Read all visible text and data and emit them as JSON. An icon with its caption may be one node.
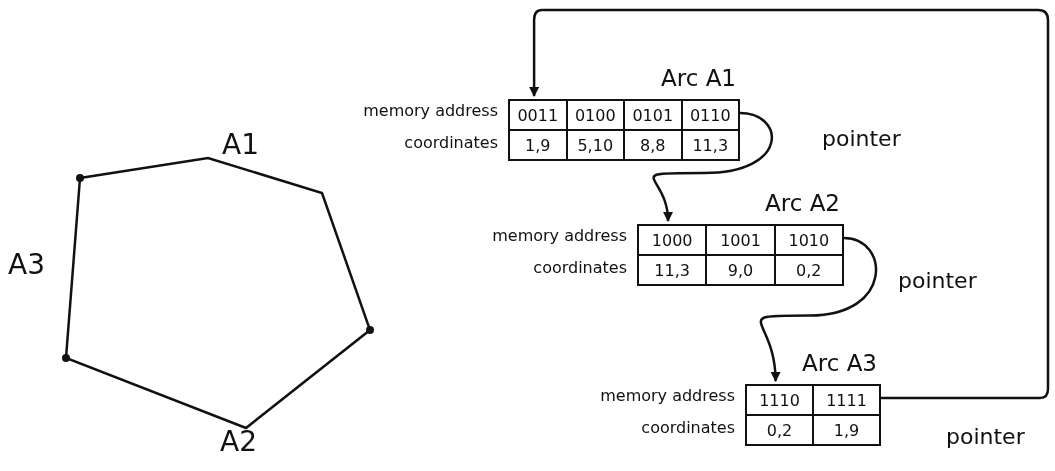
{
  "diagram": {
    "nodes": [
      {
        "text": [
          "Arc A1",
          "0011",
          "0100",
          "0101",
          "0110",
          "1,9",
          "5,10",
          "8,8",
          "11,3"
        ],
        "beside": [
          "memory address",
          "coordinates"
        ]
      },
      {
        "text": [
          "Arc A2",
          "1000",
          "1001",
          "1010",
          "11,3",
          "9,0",
          "0,2"
        ],
        "beside": [
          "memory address",
          "coordinates"
        ]
      },
      {
        "text": [
          "Arc A3",
          "1110",
          "1111",
          "0,2",
          "1,9"
        ],
        "beside": [
          "memory address",
          "coordinates"
        ]
      }
    ],
    "edges": [
      {
        "from": 0,
        "to": 1,
        "arrow": "to",
        "label": "pointer"
      },
      {
        "from": 1,
        "to": 2,
        "arrow": "to",
        "label": "pointer"
      },
      {
        "from": 2,
        "to": 0,
        "arrow": "to",
        "label": "pointer"
      }
    ],
    "labels": [
      "A1",
      "A3",
      "A2"
    ]
  }
}
